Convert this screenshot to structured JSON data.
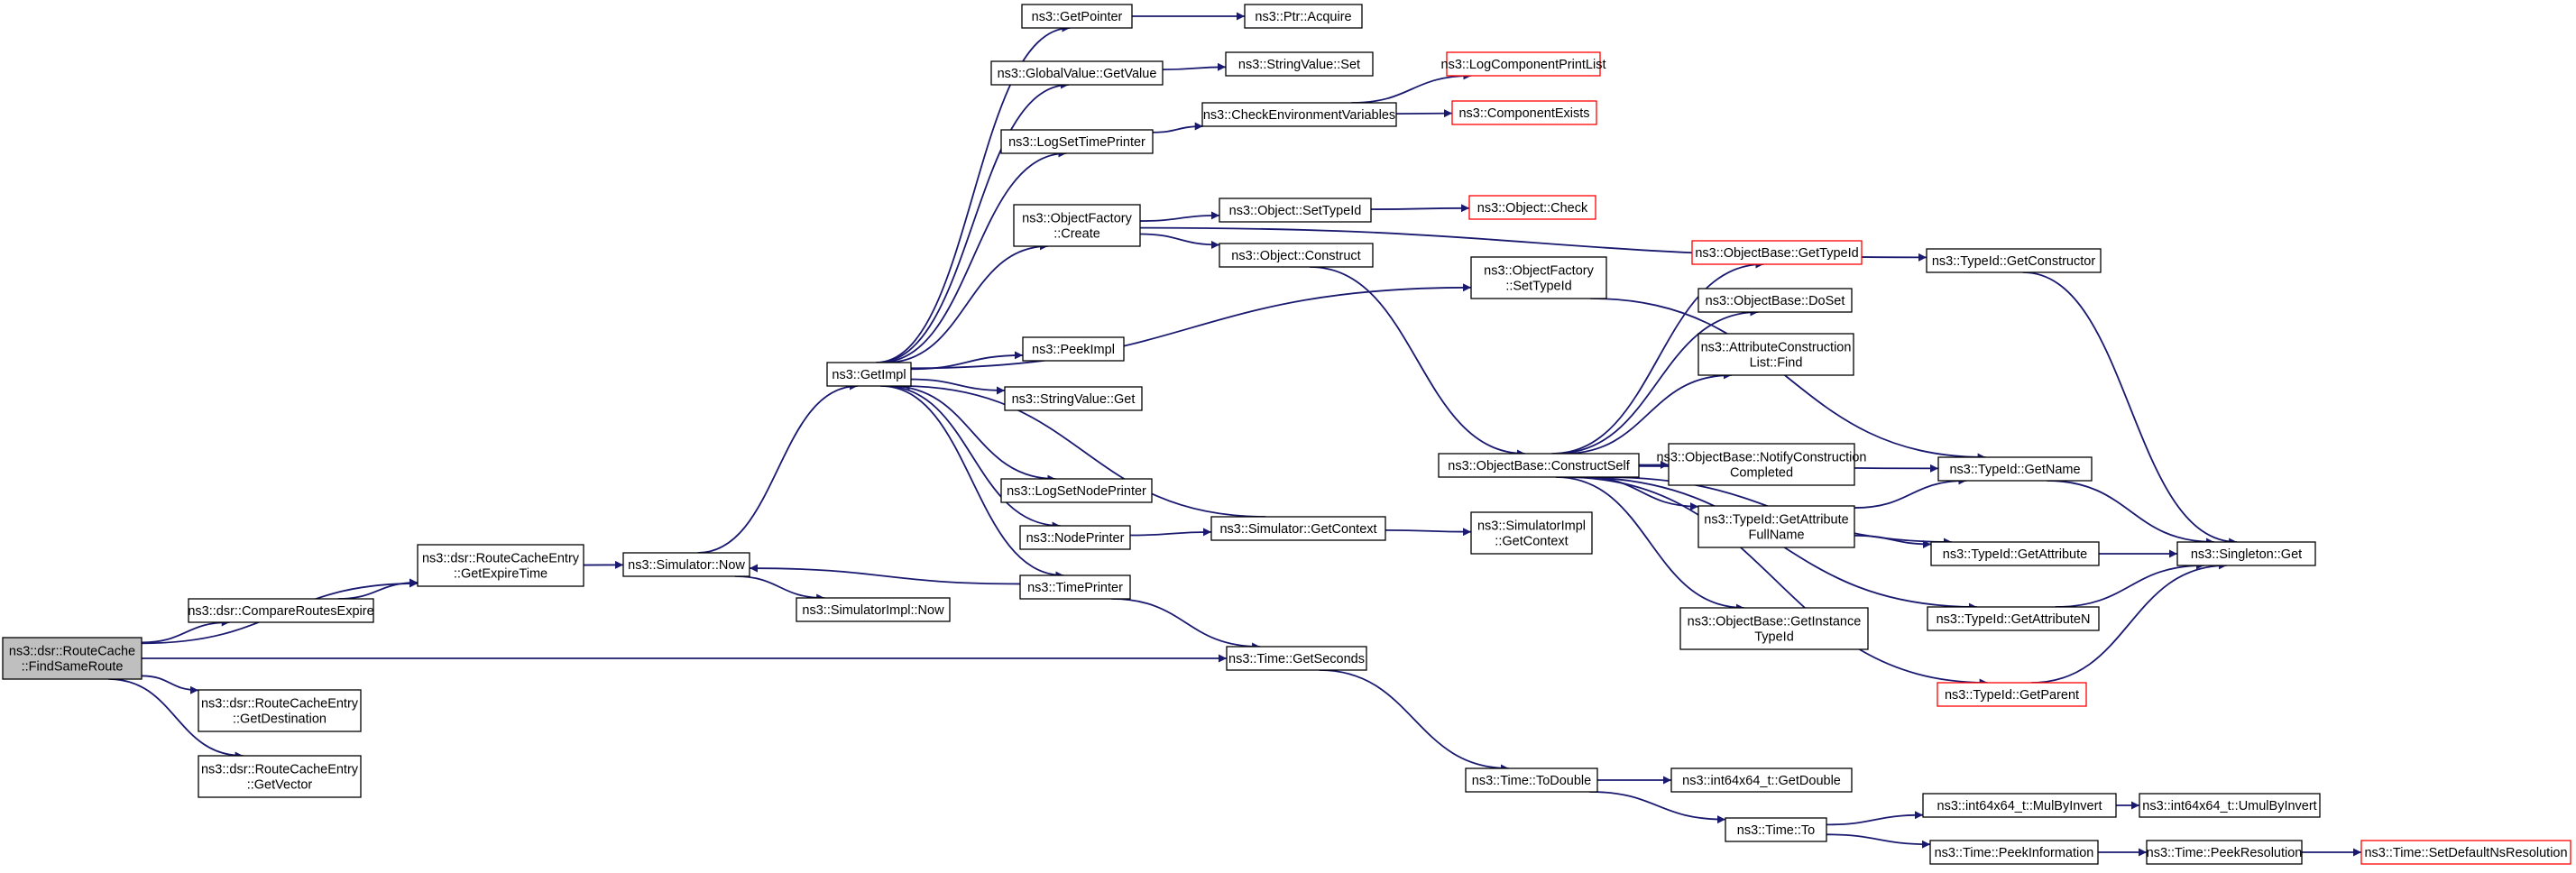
{
  "colors": {
    "edge": "#191970",
    "node_border": "#000000",
    "missing_border": "#ff0000",
    "focus_fill": "#bfbfbf",
    "background": "#ffffff"
  },
  "nodes": [
    {
      "id": "findsame",
      "lines": [
        "ns3::dsr::RouteCache",
        "::FindSameRoute"
      ],
      "focus": true
    },
    {
      "id": "compare",
      "lines": [
        "ns3::dsr::CompareRoutesExpire"
      ]
    },
    {
      "id": "getexpire",
      "lines": [
        "ns3::dsr::RouteCacheEntry",
        "::GetExpireTime"
      ]
    },
    {
      "id": "getdest",
      "lines": [
        "ns3::dsr::RouteCacheEntry",
        "::GetDestination"
      ]
    },
    {
      "id": "getvector",
      "lines": [
        "ns3::dsr::RouteCacheEntry",
        "::GetVector"
      ]
    },
    {
      "id": "simnow",
      "lines": [
        "ns3::Simulator::Now"
      ]
    },
    {
      "id": "simimplnow",
      "lines": [
        "ns3::SimulatorImpl::Now"
      ]
    },
    {
      "id": "getimpl",
      "lines": [
        "ns3::GetImpl"
      ]
    },
    {
      "id": "getpointer",
      "lines": [
        "ns3::GetPointer"
      ]
    },
    {
      "id": "ptracquire",
      "lines": [
        "ns3::Ptr::Acquire"
      ]
    },
    {
      "id": "gvgetvalue",
      "lines": [
        "ns3::GlobalValue::GetValue"
      ]
    },
    {
      "id": "strset",
      "lines": [
        "ns3::StringValue::Set"
      ]
    },
    {
      "id": "logsettime",
      "lines": [
        "ns3::LogSetTimePrinter"
      ]
    },
    {
      "id": "checkenv",
      "lines": [
        "ns3::CheckEnvironmentVariables"
      ]
    },
    {
      "id": "logcomplist",
      "lines": [
        "ns3::LogComponentPrintList"
      ],
      "missing": true
    },
    {
      "id": "compexists",
      "lines": [
        "ns3::ComponentExists"
      ],
      "missing": true
    },
    {
      "id": "ofcreate",
      "lines": [
        "ns3::ObjectFactory",
        "::Create"
      ]
    },
    {
      "id": "objsettypeid",
      "lines": [
        "ns3::Object::SetTypeId"
      ]
    },
    {
      "id": "objcheck",
      "lines": [
        "ns3::Object::Check"
      ],
      "missing": true
    },
    {
      "id": "objconstruct",
      "lines": [
        "ns3::Object::Construct"
      ]
    },
    {
      "id": "ofsettypeid",
      "lines": [
        "ns3::ObjectFactory",
        "::SetTypeId"
      ]
    },
    {
      "id": "tidgetctor",
      "lines": [
        "ns3::TypeId::GetConstructor"
      ]
    },
    {
      "id": "peekimpl",
      "lines": [
        "ns3::PeekImpl"
      ]
    },
    {
      "id": "strget",
      "lines": [
        "ns3::StringValue::Get"
      ]
    },
    {
      "id": "lognode",
      "lines": [
        "ns3::LogSetNodePrinter"
      ]
    },
    {
      "id": "nodeprinter",
      "lines": [
        "ns3::NodePrinter"
      ]
    },
    {
      "id": "simgetctx",
      "lines": [
        "ns3::Simulator::GetContext"
      ]
    },
    {
      "id": "simimplctx",
      "lines": [
        "ns3::SimulatorImpl",
        "::GetContext"
      ]
    },
    {
      "id": "timeprinter",
      "lines": [
        "ns3::TimePrinter"
      ]
    },
    {
      "id": "getseconds",
      "lines": [
        "ns3::Time::GetSeconds"
      ]
    },
    {
      "id": "todouble",
      "lines": [
        "ns3::Time::ToDouble"
      ]
    },
    {
      "id": "getdouble",
      "lines": [
        "ns3::int64x64_t::GetDouble"
      ]
    },
    {
      "id": "timeto",
      "lines": [
        "ns3::Time::To"
      ]
    },
    {
      "id": "mulbyinvert",
      "lines": [
        "ns3::int64x64_t::MulByInvert"
      ]
    },
    {
      "id": "umulbyinvert",
      "lines": [
        "ns3::int64x64_t::UmulByInvert"
      ]
    },
    {
      "id": "peekinfo",
      "lines": [
        "ns3::Time::PeekInformation"
      ]
    },
    {
      "id": "peekres",
      "lines": [
        "ns3::Time::PeekResolution"
      ]
    },
    {
      "id": "setdefres",
      "lines": [
        "ns3::Time::SetDefaultNsResolution"
      ],
      "missing": true
    },
    {
      "id": "obgettypeid",
      "lines": [
        "ns3::ObjectBase::GetTypeId"
      ],
      "missing": true
    },
    {
      "id": "obdoset",
      "lines": [
        "ns3::ObjectBase::DoSet"
      ]
    },
    {
      "id": "attrfind",
      "lines": [
        "ns3::AttributeConstruction",
        "List::Find"
      ]
    },
    {
      "id": "constructself",
      "lines": [
        "ns3::ObjectBase::ConstructSelf"
      ]
    },
    {
      "id": "notifycons",
      "lines": [
        "ns3::ObjectBase::NotifyConstruction",
        "Completed"
      ]
    },
    {
      "id": "tidgetattrfull",
      "lines": [
        "ns3::TypeId::GetAttribute",
        "FullName"
      ]
    },
    {
      "id": "getinsttid",
      "lines": [
        "ns3::ObjectBase::GetInstance",
        "TypeId"
      ]
    },
    {
      "id": "tidgetname",
      "lines": [
        "ns3::TypeId::GetName"
      ]
    },
    {
      "id": "tidgetattr",
      "lines": [
        "ns3::TypeId::GetAttribute"
      ]
    },
    {
      "id": "tidgetattrn",
      "lines": [
        "ns3::TypeId::GetAttributeN"
      ]
    },
    {
      "id": "tidgetparent",
      "lines": [
        "ns3::TypeId::GetParent"
      ],
      "missing": true
    },
    {
      "id": "singleton",
      "lines": [
        "ns3::Singleton::Get"
      ]
    }
  ],
  "edges": [
    [
      "findsame",
      "compare"
    ],
    [
      "findsame",
      "getexpire"
    ],
    [
      "findsame",
      "getdest"
    ],
    [
      "findsame",
      "getvector"
    ],
    [
      "findsame",
      "getseconds"
    ],
    [
      "compare",
      "getexpire"
    ],
    [
      "getexpire",
      "simnow"
    ],
    [
      "simnow",
      "getimpl"
    ],
    [
      "simnow",
      "simimplnow"
    ],
    [
      "getimpl",
      "getpointer"
    ],
    [
      "getimpl",
      "gvgetvalue"
    ],
    [
      "getimpl",
      "logsettime"
    ],
    [
      "getimpl",
      "ofcreate"
    ],
    [
      "getimpl",
      "ofsettypeid"
    ],
    [
      "getimpl",
      "peekimpl"
    ],
    [
      "getimpl",
      "strget"
    ],
    [
      "getimpl",
      "lognode"
    ],
    [
      "getimpl",
      "nodeprinter"
    ],
    [
      "getimpl",
      "timeprinter"
    ],
    [
      "getpointer",
      "ptracquire"
    ],
    [
      "gvgetvalue",
      "strset"
    ],
    [
      "logsettime",
      "checkenv"
    ],
    [
      "checkenv",
      "logcomplist"
    ],
    [
      "checkenv",
      "compexists"
    ],
    [
      "ofcreate",
      "objsettypeid"
    ],
    [
      "ofcreate",
      "objconstruct"
    ],
    [
      "ofcreate",
      "tidgetctor"
    ],
    [
      "objsettypeid",
      "objcheck"
    ],
    [
      "objconstruct",
      "constructself"
    ],
    [
      "ofsettypeid",
      "tidgetname"
    ],
    [
      "tidgetctor",
      "singleton"
    ],
    [
      "nodeprinter",
      "simgetctx"
    ],
    [
      "simgetctx",
      "simimplctx"
    ],
    [
      "simgetctx",
      "getimpl"
    ],
    [
      "timeprinter",
      "simnow"
    ],
    [
      "timeprinter",
      "getseconds"
    ],
    [
      "getseconds",
      "todouble"
    ],
    [
      "todouble",
      "getdouble"
    ],
    [
      "todouble",
      "timeto"
    ],
    [
      "timeto",
      "mulbyinvert"
    ],
    [
      "timeto",
      "peekinfo"
    ],
    [
      "mulbyinvert",
      "umulbyinvert"
    ],
    [
      "peekinfo",
      "peekres"
    ],
    [
      "peekres",
      "setdefres"
    ],
    [
      "constructself",
      "obgettypeid"
    ],
    [
      "constructself",
      "obdoset"
    ],
    [
      "constructself",
      "attrfind"
    ],
    [
      "constructself",
      "notifycons"
    ],
    [
      "constructself",
      "tidgetattrfull"
    ],
    [
      "constructself",
      "getinsttid"
    ],
    [
      "constructself",
      "tidgetname"
    ],
    [
      "constructself",
      "tidgetattr"
    ],
    [
      "constructself",
      "tidgetattrn"
    ],
    [
      "constructself",
      "tidgetparent"
    ],
    [
      "tidgetattrfull",
      "tidgetname"
    ],
    [
      "tidgetattrfull",
      "tidgetattr"
    ],
    [
      "tidgetname",
      "singleton"
    ],
    [
      "tidgetattr",
      "singleton"
    ],
    [
      "tidgetattrn",
      "singleton"
    ],
    [
      "tidgetparent",
      "singleton"
    ]
  ]
}
